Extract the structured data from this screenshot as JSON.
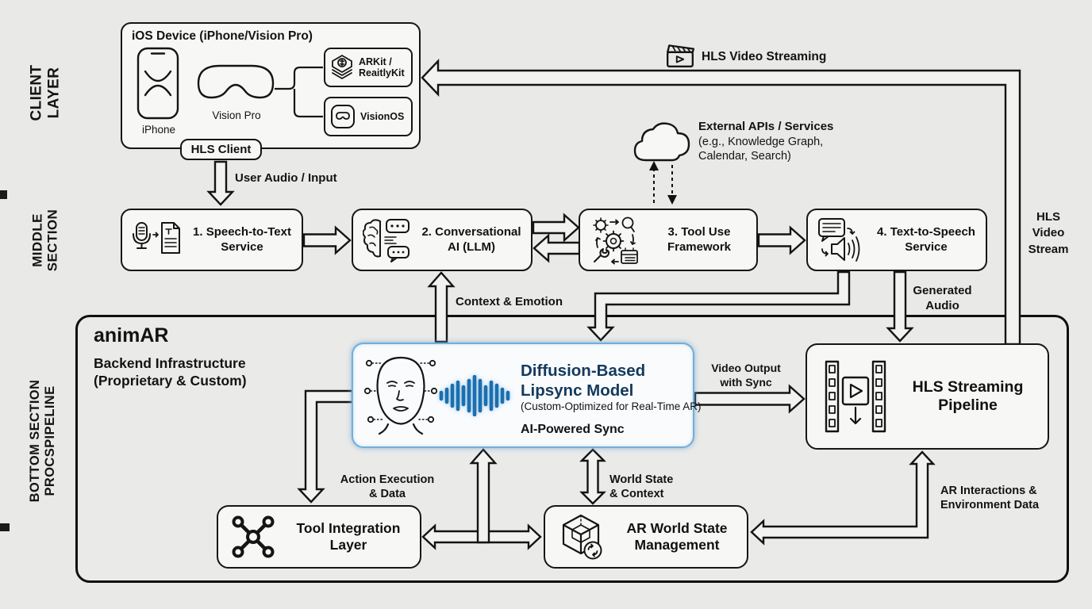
{
  "sections": {
    "client": {
      "line1": "CLIENT",
      "line2": "LAYER"
    },
    "middle": {
      "line1": "MIDDLE",
      "line2": "SECTION"
    },
    "bottom": {
      "line1": "BOTTOM SECTION",
      "line2": "PROCSPIPELINE"
    }
  },
  "client_layer": {
    "title": "iOS Device (iPhone/Vision Pro)",
    "iphone_label": "iPhone",
    "visionpro_label": "Vision Pro",
    "arkit_line1": "ARKit /",
    "arkit_line2": "ReaitlyKit",
    "visionos_label": "VisionOS",
    "hls_client": "HLS Client"
  },
  "middle_row": {
    "box1_line1": "1. Speech-to-Text",
    "box1_line2": "Service",
    "box2_line1": "2. Conversational",
    "box2_line2": "AI (LLM)",
    "box3_line1": "3. Tool Use",
    "box3_line2": "Framework",
    "box4_line1": "4. Text-to-Speech",
    "box4_line2": "Service"
  },
  "labels": {
    "user_audio": "User Audio / Input",
    "hls_video_streaming": "HLS Video Streaming",
    "external_line1": "External APIs / Services",
    "external_line2": "(e.g., Knowledge Graph,",
    "external_line3": "Calendar, Search)",
    "hls_stream_1": "HLS",
    "hls_stream_2": "Video",
    "hls_stream_3": "Stream",
    "context_emotion": "Context & Emotion",
    "generated_audio_1": "Generated",
    "generated_audio_2": "Audio",
    "video_output_1": "Video Output",
    "video_output_2": "with Sync",
    "action_1": "Action Execution",
    "action_2": "& Data",
    "world_1": "World State",
    "world_2": "& Context",
    "ar_int_1": "AR Interactions &",
    "ar_int_2": "Environment Data"
  },
  "backend": {
    "title": "animAR",
    "subtitle_1": "Backend Infrastructure",
    "subtitle_2": "(Proprietary & Custom)",
    "lipsync_title_1": "Diffusion-Based",
    "lipsync_title_2": "Lipsync Model",
    "lipsync_sub": "(Custom-Optimized for Real-Time AR)",
    "lipsync_tag": "AI-Powered Sync",
    "hls_pipeline_1": "HLS Streaming",
    "hls_pipeline_2": "Pipeline",
    "tool_1": "Tool Integration",
    "tool_2": "Layer",
    "ar_1": "AR World State",
    "ar_2": "Management"
  },
  "colors": {
    "background": "#e9e9e7",
    "box_fill": "#f7f7f5",
    "outline": "#161616",
    "lipsync_border": "#74aed8",
    "lipsync_title": "#14395c",
    "wave_blue": "#1b6fae"
  }
}
